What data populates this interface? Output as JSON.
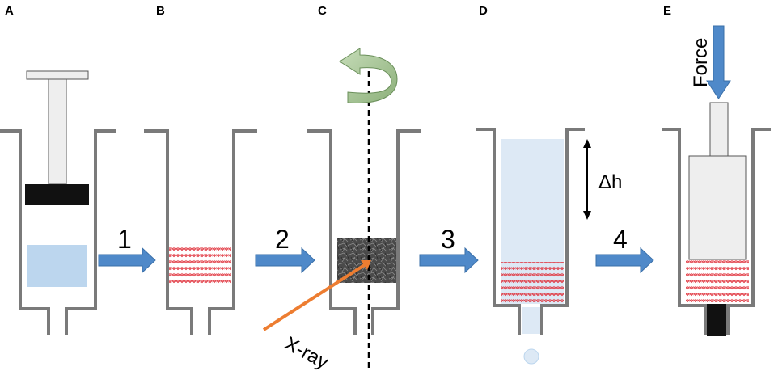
{
  "panels": [
    {
      "letter": "A"
    },
    {
      "letter": "B"
    },
    {
      "letter": "C"
    },
    {
      "letter": "D"
    },
    {
      "letter": "E"
    }
  ],
  "steps": [
    "1",
    "2",
    "3",
    "4"
  ],
  "labels": {
    "xray": "X-ray",
    "delta_h": "Δh",
    "force": "Force"
  },
  "colors": {
    "wall": "#7a7a7a",
    "arrow_blue": "#4f89c9",
    "liquid": "#bcd6ee",
    "liquid_light": "#dde9f5",
    "mesh_red": "#e0303a",
    "xray_orange": "#ed7d31",
    "rotation_green": "#9cbf85",
    "sample_gray": "#4a4a4a",
    "plunger_black": "#111111",
    "plunger_light": "#eeeeee"
  }
}
